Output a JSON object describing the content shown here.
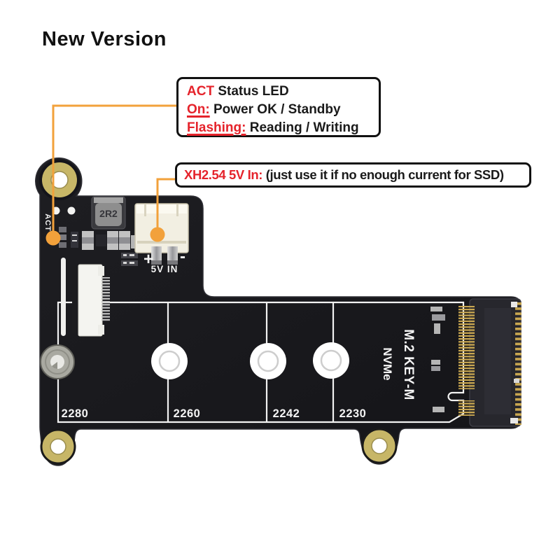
{
  "title": "New Version",
  "colors": {
    "accent-orange": "#F2A13B",
    "red": "#E5232B",
    "board": "#1A1A1E",
    "silk": "#F2F2F2",
    "gold": "#C7B667"
  },
  "callouts": {
    "act": {
      "line1_red": "ACT",
      "line1_black": " Status LED",
      "line2_red": "On:",
      "line2_black": " Power OK / Standby",
      "line3_red": "Flashing:",
      "line3_black": " Reading / Writing"
    },
    "power": {
      "red": "XH2.54 5V In:",
      "black": " (just use it if no enough current for SSD)"
    }
  },
  "board": {
    "act_label": "ACT",
    "inductor_label": "2R2",
    "plus_label": "+",
    "minus_label": "-",
    "power_in_label": "5V IN",
    "m2_key_label": "M.2 KEY-M",
    "nvme_label": "NVMe",
    "size_labels": [
      "2280",
      "2260",
      "2242",
      "2230"
    ]
  }
}
